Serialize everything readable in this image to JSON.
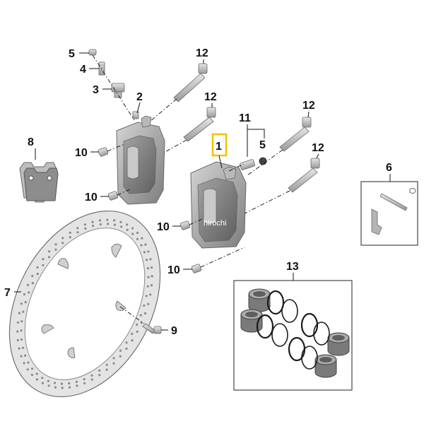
{
  "diagram": {
    "labels": {
      "p1": "1",
      "p2": "2",
      "p3": "3",
      "p4": "4",
      "p5a": "5",
      "p5b": "5",
      "p6": "6",
      "p7": "7",
      "p8": "8",
      "p9": "9",
      "p10a": "10",
      "p10b": "10",
      "p10c": "10",
      "p10d": "10",
      "p11": "11",
      "p12a": "12",
      "p12b": "12",
      "p12c": "12",
      "p12d": "12",
      "p13": "13"
    },
    "highlight_color": "#f2c200",
    "watermark": "hirochi"
  }
}
